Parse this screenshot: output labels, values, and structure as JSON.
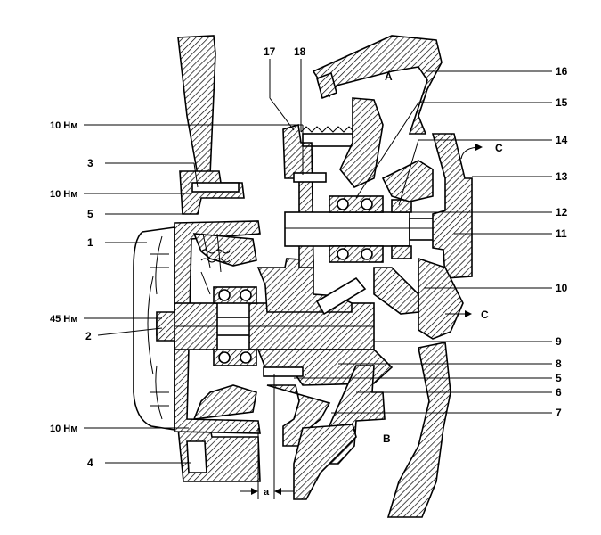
{
  "labels": {
    "torque_a": "10 Нм",
    "torque_b": "10 Нм",
    "torque_c": "45 Нм",
    "torque_d": "10 Нм",
    "p1": "1",
    "p2": "2",
    "p3": "3",
    "p4": "4",
    "p5": "5",
    "p5b": "5",
    "p6": "6",
    "p7": "7",
    "p8": "8",
    "p9": "9",
    "p10": "10",
    "p11": "11",
    "p12": "12",
    "p13": "13",
    "p14": "14",
    "p15": "15",
    "p16": "16",
    "p17": "17",
    "p18": "18",
    "zone_a": "A",
    "zone_b": "B",
    "flow_c1": "C",
    "flow_c2": "C",
    "gap": "a"
  }
}
